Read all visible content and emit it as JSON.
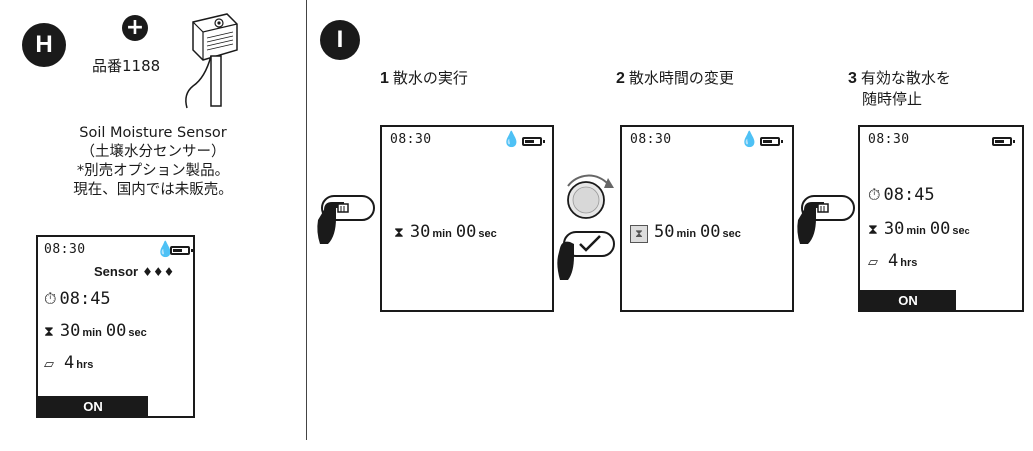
{
  "left": {
    "badge": "H",
    "plus": "+",
    "part_number": "品番1188",
    "desc_lines": [
      "Soil Moisture Sensor",
      "（土壌水分センサー）",
      "*別売オプション製品。",
      "現在、国内では未販売。"
    ],
    "screen": {
      "time": "08:30",
      "sensor_label": "Sensor",
      "sensor_drops": "♦♦♦",
      "start_time": "08:45",
      "duration_min": "30",
      "duration_min_unit": "min",
      "duration_sec": "00",
      "duration_sec_unit": "sec",
      "interval_value": "4",
      "interval_unit": "hrs",
      "status": "ON",
      "battery_level": 0.55
    }
  },
  "right": {
    "badge": "I",
    "steps": [
      {
        "number": "1",
        "title": "散水の実行",
        "screen": {
          "time": "08:30",
          "duration_min": "30",
          "min_unit": "min",
          "duration_sec": "00",
          "sec_unit": "sec"
        }
      },
      {
        "number": "2",
        "title": "散水時間の変更",
        "screen": {
          "time": "08:30",
          "duration_min": "50",
          "min_unit": "min",
          "duration_sec": "00",
          "sec_unit": "sec"
        }
      },
      {
        "number": "3",
        "title_line1": "有効な散水を",
        "title_line2": "随時停止",
        "screen": {
          "time": "08:30",
          "start_time": "08:45",
          "duration_min": "30",
          "min_unit": "min",
          "duration_sec": "00",
          "sec_unit": "se",
          "sec_superscript": "c",
          "interval_value": "4",
          "interval_unit": "hrs",
          "status": "ON"
        }
      }
    ]
  },
  "icons": {
    "water_drop": "water-drop-icon",
    "battery": "battery-icon",
    "stopwatch": "stopwatch-icon",
    "hourglass": "hourglass-icon",
    "calendar": "calendar-icon",
    "hand_press": "hand-press-button-icon",
    "dial": "rotary-dial-icon",
    "confirm": "hand-confirm-check-icon"
  }
}
